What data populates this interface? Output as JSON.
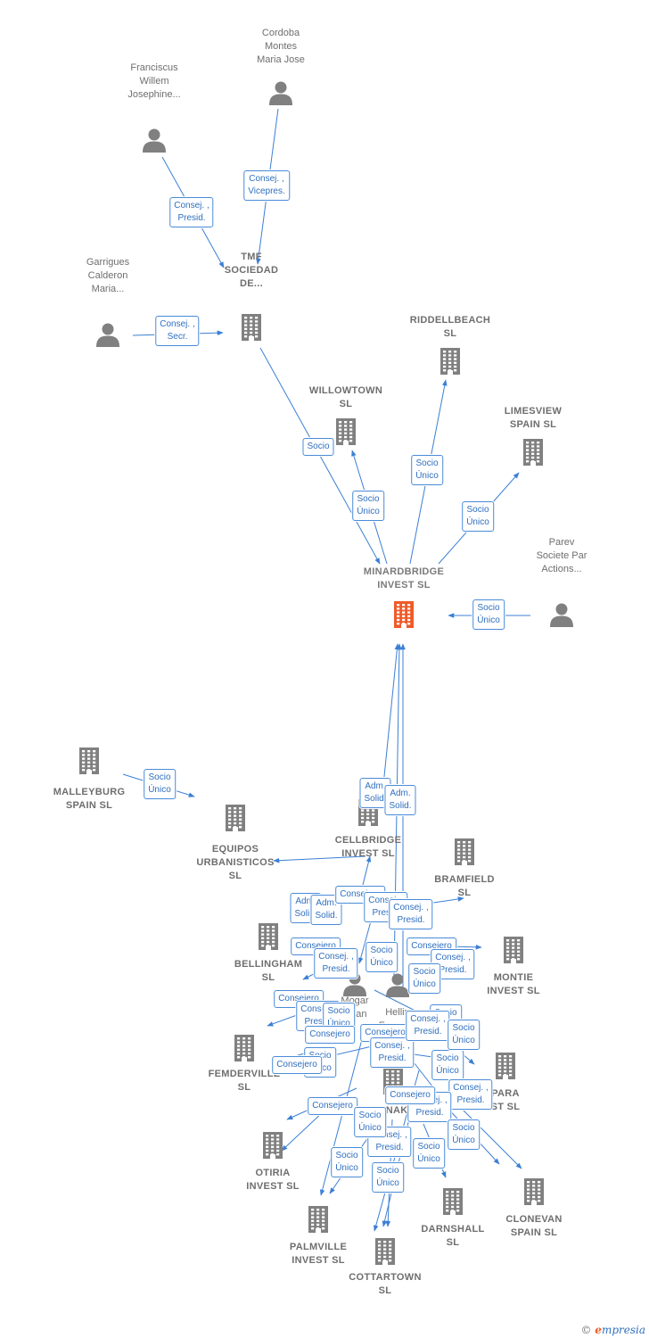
{
  "nodes": [
    {
      "id": "cordoba",
      "kind": "person",
      "label": "Cordoba\nMontes\nMaria Jose"
    },
    {
      "id": "franciscus",
      "kind": "person",
      "label": "Franciscus\nWillem\nJosephine..."
    },
    {
      "id": "garrigues",
      "kind": "person",
      "label": "Garrigues\nCalderon\nMaria..."
    },
    {
      "id": "tmf",
      "kind": "company",
      "label": "TMF\nSOCIEDAD\nDE..."
    },
    {
      "id": "riddellbeach",
      "kind": "company",
      "label": "RIDDELLBEACH\nSL"
    },
    {
      "id": "willowtown",
      "kind": "company",
      "label": "WILLOWTOWN\nSL"
    },
    {
      "id": "limesview",
      "kind": "company",
      "label": "LIMESVIEW\nSPAIN SL"
    },
    {
      "id": "minardbridge",
      "kind": "main",
      "label": "MINARDBRIDGE\nINVEST SL"
    },
    {
      "id": "parev",
      "kind": "person",
      "label": "Parev\nSociete Par\nActions..."
    },
    {
      "id": "malleyburg",
      "kind": "company",
      "label": "MALLEYBURG\nSPAIN SL"
    },
    {
      "id": "equipos",
      "kind": "company",
      "label": "EQUIPOS\nURBANISTICOS\nSL"
    },
    {
      "id": "cellbridge",
      "kind": "company",
      "label": "CELLBRIDGE\nINVEST SL"
    },
    {
      "id": "bramfield",
      "kind": "company",
      "label": "BRAMFIELD\nSL"
    },
    {
      "id": "bellingham",
      "kind": "company",
      "label": "BELLINGHAM\nSL"
    },
    {
      "id": "montie",
      "kind": "company",
      "label": "MONTIE\nINVEST SL"
    },
    {
      "id": "mogar",
      "kind": "person",
      "label": "Mogar\nOrian"
    },
    {
      "id": "hellin",
      "kind": "person",
      "label": "Hellin\nFrancois"
    },
    {
      "id": "femderville",
      "kind": "company",
      "label": "FEMDERVILLE\nSL"
    },
    {
      "id": "tanak",
      "kind": "company",
      "label": "ANAK"
    },
    {
      "id": "para",
      "kind": "company",
      "label": "PARA\nST SL"
    },
    {
      "id": "otiria",
      "kind": "company",
      "label": "OTIRIA\nINVEST SL"
    },
    {
      "id": "darnshall",
      "kind": "company",
      "label": "DARNSHALL\nSL"
    },
    {
      "id": "clonevan",
      "kind": "company",
      "label": "CLONEVAN\nSPAIN SL"
    },
    {
      "id": "palmville",
      "kind": "company",
      "label": "PALMVILLE\nINVEST SL"
    },
    {
      "id": "cottartown",
      "kind": "company",
      "label": "COTTARTOWN\nSL"
    }
  ],
  "edge_labels": [
    "Consej. ,\nVicepres.",
    "Consej. ,\nPresid.",
    "Consej. ,\nSecr.",
    "Socio",
    "Socio\nÚnico",
    "Socio\nÚnico",
    "Socio\nÚnico",
    "Socio\nÚnico",
    "Socio\nÚnico",
    "Adm.\nSolid.",
    "Adm.\nSolid.",
    "Adm.\nSolid.",
    "Adm.\nSolid.",
    "Consejero",
    "Consej. ,\nPresid.",
    "Consej. ,\nPresid.",
    "Consejero",
    "Consej. ,\nPresid.",
    "Socio\nÚnico",
    "Consejero",
    "Consej. ,\nPresid.",
    "Socio\nÚnico",
    "Consejero",
    "Consej. ,\nPresid.",
    "Socio\nÚnico",
    "Socio\nÚnico",
    "Consejero",
    "Consej. ,\nPresid.",
    "Socio\nÚnico",
    "Socio\nÚnico",
    "Consejero",
    "Consej. ,\nPresid.",
    "Consej. ,\nPresid.",
    "Consejero",
    "Socio\nÚnico",
    "Consejero",
    "Consej. ,\nPresid.",
    "Socio\nÚnico",
    "Socio\nÚnico",
    "Socio\nÚnico",
    "Socio\nÚnico",
    "Consej. ,\nPresid.",
    "Consejero",
    "Socio\nÚnico"
  ],
  "colors": {
    "edge": "#3b7fd4",
    "icon": "#808080",
    "main": "#f05a28",
    "label_text": "#2f6fbf"
  },
  "footer": {
    "copyright": "©",
    "brand_e": "e",
    "brand_rest": "mpresia"
  }
}
